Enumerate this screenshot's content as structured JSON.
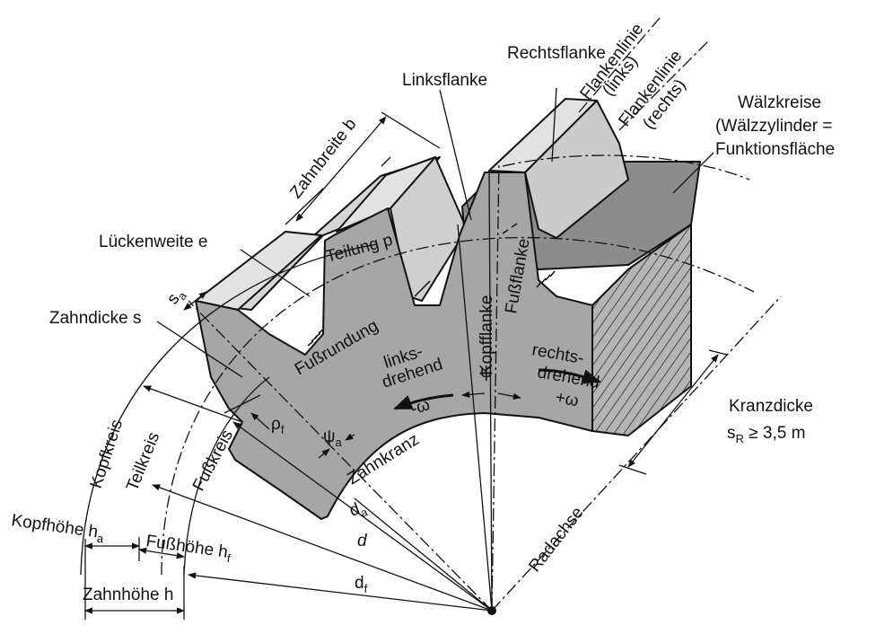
{
  "colors": {
    "gear_body": "#a8a8a8",
    "tooth_face": "#dcdcdc",
    "flank_dark": "#7c7c7c",
    "pitch_surface": "#8f8f8f",
    "line": "#111111"
  },
  "labels": {
    "rechtsflanke": "Rechtsflanke",
    "linksflanke": "Linksflanke",
    "flankenlinie_links": "Flankenlinie",
    "flankenlinie_links_paren": "(links)",
    "flankenlinie_rechts": "Flankenlinie",
    "flankenlinie_rechts_paren": "(rechts)",
    "waelzkreise": "Wälzkreise",
    "waelzzylinder": "(Wälzzylinder =",
    "funktionsflaeche": "Funktionsfläche",
    "zahnbreite": "Zahnbreite b",
    "lueckenweite": "Lückenweite e",
    "teilung": "Teilung p",
    "sa_base": "s",
    "sa_sub": "a",
    "zahndicke": "Zahndicke s",
    "fussrundung": "Fußrundung",
    "links": "links-",
    "drehend_l": "drehend",
    "minus_omega": "-ω",
    "kopfflanke": "Kopfflanke",
    "fussflanke": "Fußflanke",
    "rechts": "rechts-",
    "drehend_r": "drehend",
    "plus_omega": "+ω",
    "psi": "ψ",
    "psi_a_base": "ψ",
    "psi_a_sub": "a",
    "rho_f_base": "ρ",
    "rho_f_sub": "f",
    "kopfkreis": "Kopfkreis",
    "teilkreis": "Teilkreis",
    "fusskreis": "Fußkreis",
    "zahnkranz": "Zahnkranz",
    "kranzdicke": "Kranzdicke",
    "sr_base": "s",
    "sr_sub": "R",
    "sr_rest": " ≥ 3,5 m",
    "da_base": "d",
    "da_sub": "a",
    "d": "d",
    "df_base": "d",
    "df_sub": "f",
    "radachse": "Radachse",
    "kopfhoehe_base": "Kopfhöhe h",
    "kopfhoehe_sub": "a",
    "fusshoehe_base": "Fußhöhe h",
    "fusshoehe_sub": "f",
    "zahnhoehe": "Zahnhöhe h"
  }
}
